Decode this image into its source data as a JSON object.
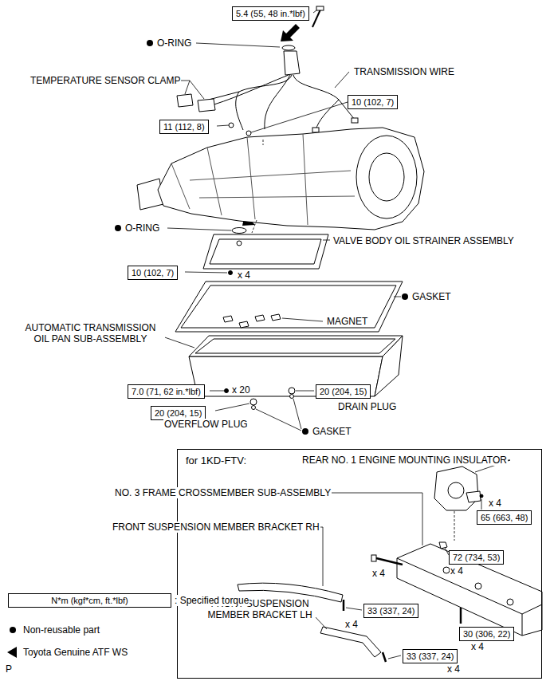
{
  "diagram": {
    "nodes": [
      {
        "text": [
          "5.4 (55, 48 in.*lbf)"
        ]
      },
      {
        "text": [
          "10 (102, 7)"
        ]
      },
      {
        "text": [
          "11 (112, 8)"
        ]
      },
      {
        "text": [
          "10 (102, 7)"
        ]
      },
      {
        "text": [
          "7.0 (71, 62 in.*lbf)"
        ]
      },
      {
        "text": [
          "20 (204, 15)"
        ]
      },
      {
        "text": [
          "20 (204, 15)"
        ]
      },
      {
        "text": [
          "for 1KD-FTV:"
        ]
      },
      {
        "text": [
          "65 (663, 48)"
        ],
        "in": 7
      },
      {
        "text": [
          "72 (734, 53)"
        ],
        "in": 7
      },
      {
        "text": [
          "33 (337, 24)"
        ],
        "in": 7
      },
      {
        "text": [
          "30 (306, 22)"
        ],
        "in": 7
      },
      {
        "text": [
          "33 (337, 24)"
        ],
        "in": 7
      },
      {
        "text": [
          "N*m (kgf*cm, ft.*lbf)"
        ]
      }
    ],
    "labels": [
      "O-RING",
      "TEMPERATURE SENSOR CLAMP",
      "TRANSMISSION WIRE",
      "O-RING",
      "VALVE BODY OIL STRAINER ASSEMBLY",
      "x 4",
      "GASKET",
      "MAGNET",
      "AUTOMATIC TRANSMISSION OIL PAN SUB-ASSEMBLY",
      "x 20",
      "DRAIN PLUG",
      "OVERFLOW PLUG",
      "GASKET",
      "REAR NO. 1 ENGINE MOUNTING INSULATOR",
      "NO. 3 FRAME CROSSMEMBER SUB-ASSEMBLY",
      "x 4",
      "FRONT SUSPENSION MEMBER BRACKET RH",
      "x 4",
      "x 4",
      "FRONT SUSPENSION MEMBER BRACKET LH",
      "x 4",
      "x 4",
      "x 4",
      "P"
    ],
    "legend": [
      {
        "text": ": Specified torque"
      },
      {
        "text": "Non-reusable part"
      },
      {
        "text": "Toyota Genuine ATF WS"
      }
    ]
  }
}
